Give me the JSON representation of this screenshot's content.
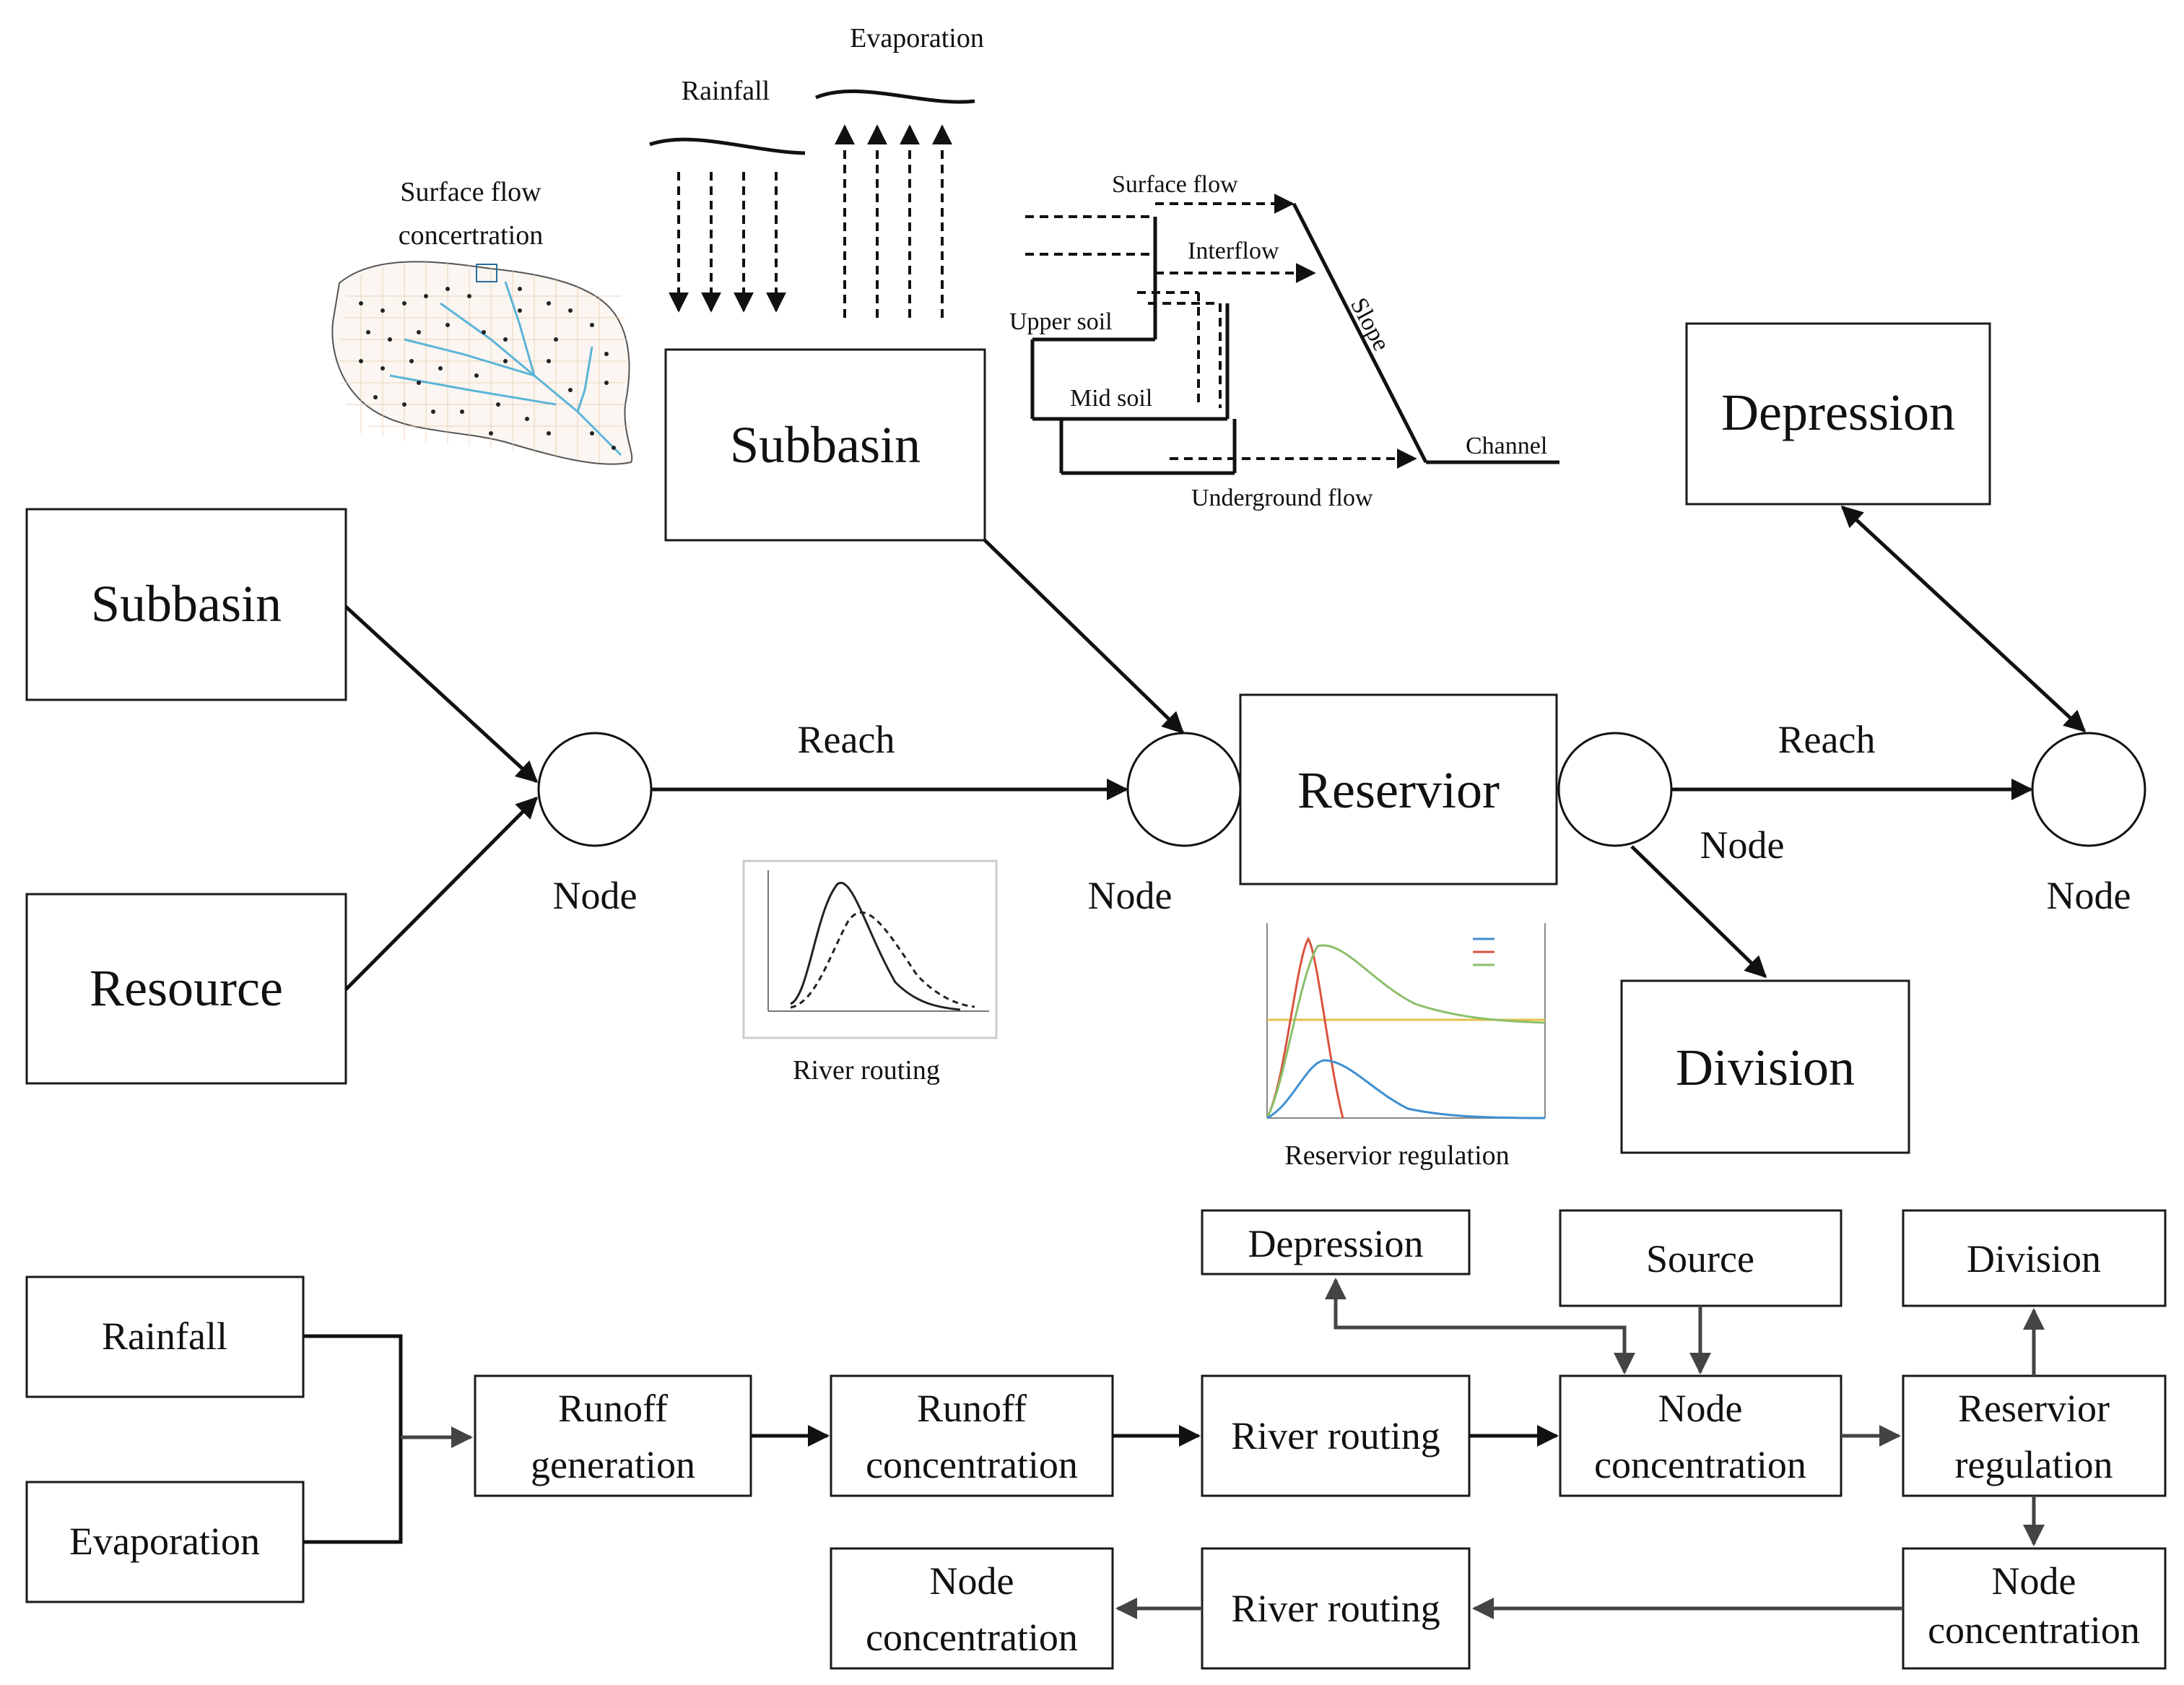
{
  "top": {
    "surface_flow_concentration": [
      "Surface flow",
      "concertration"
    ],
    "rainfall": "Rainfall",
    "evaporation": "Evaporation",
    "subbasin_center": "Subbasin",
    "soil_diagram": {
      "surface_flow": "Surface flow",
      "interflow": "Interflow",
      "upper_soil": "Upper soil",
      "mid_soil": "Mid soil",
      "slope": "Slope",
      "channel": "Channel",
      "underground_flow": "Underground flow"
    },
    "depression": "Depression"
  },
  "network": {
    "subbasin_left": "Subbasin",
    "resource": "Resource",
    "node_label": "Node",
    "reach_label": "Reach",
    "reservoir": "Reservior",
    "division": "Division",
    "river_routing_caption": "River routing",
    "reservoir_regulation_caption": "Reservior regulation"
  },
  "flow": {
    "rainfall": "Rainfall",
    "evaporation": "Evaporation",
    "runoff_generation": [
      "Runoff",
      "generation"
    ],
    "runoff_concentration": [
      "Runoff",
      "concentration"
    ],
    "river_routing": "River routing",
    "node_concentration": [
      "Node",
      "concentration"
    ],
    "depression": "Depression",
    "source": "Source",
    "division": "Division",
    "reservoir_regulation": [
      "Reservior",
      "regulation"
    ]
  },
  "colors": {
    "line": "#111111",
    "box_border": "#1a1a1a",
    "arrow_gray": "#444444",
    "watershed_blue": "#5bb4d8"
  }
}
